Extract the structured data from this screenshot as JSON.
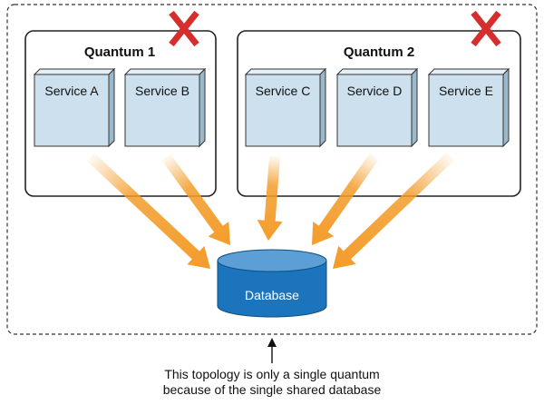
{
  "quanta": [
    {
      "title": "Quantum 1",
      "services": [
        "Service A",
        "Service B"
      ]
    },
    {
      "title": "Quantum 2",
      "services": [
        "Service C",
        "Service D",
        "Service E"
      ]
    }
  ],
  "database": {
    "label": "Database"
  },
  "caption": {
    "line1": "This topology is only a single quantum",
    "line2": "because of the single shared database"
  },
  "colors": {
    "service_front": "#cce0ee",
    "service_side": "#9cb9cc",
    "service_top": "#e4eff7",
    "arrow": "#f39c2a",
    "database": "#1c75bc",
    "database_top": "#5b9fd6",
    "cross": "#d62d2d"
  }
}
